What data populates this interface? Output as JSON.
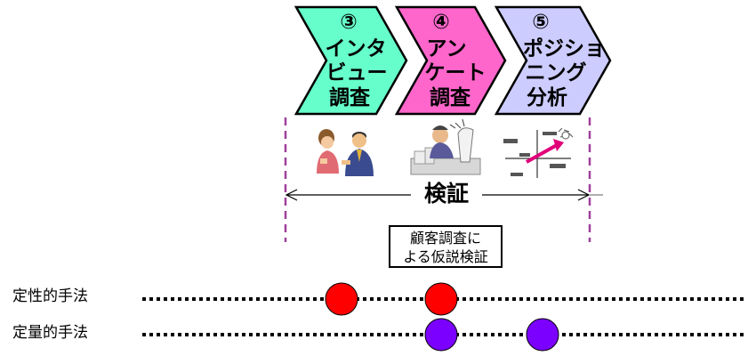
{
  "steps": [
    {
      "number": "③",
      "lines": [
        "インタ",
        "ビュー",
        "調査"
      ],
      "fill": "#66FFCC"
    },
    {
      "number": "④",
      "lines": [
        "アン",
        "ケート",
        "調査"
      ],
      "fill": "#FF66CC"
    },
    {
      "number": "⑤",
      "lines": [
        "ポジショ",
        "ニング",
        "分析"
      ],
      "fill": "#CCCCFF"
    }
  ],
  "verify_label": "検証",
  "caption": {
    "line1": "顧客調査に",
    "line2": "よる仮説検証"
  },
  "rows": [
    {
      "label": "定性的手法",
      "dot_color": "#FF0000",
      "dots_at_steps": [
        0,
        1
      ]
    },
    {
      "label": "定量的手法",
      "dot_color": "#7B00FF",
      "dots_at_steps": [
        1,
        2
      ]
    }
  ],
  "icons": [
    "interview-people-icon",
    "survey-worker-icon",
    "positioning-map-icon"
  ],
  "colors": {
    "dashed_guides": "#A0409A",
    "outline": "#000000"
  }
}
